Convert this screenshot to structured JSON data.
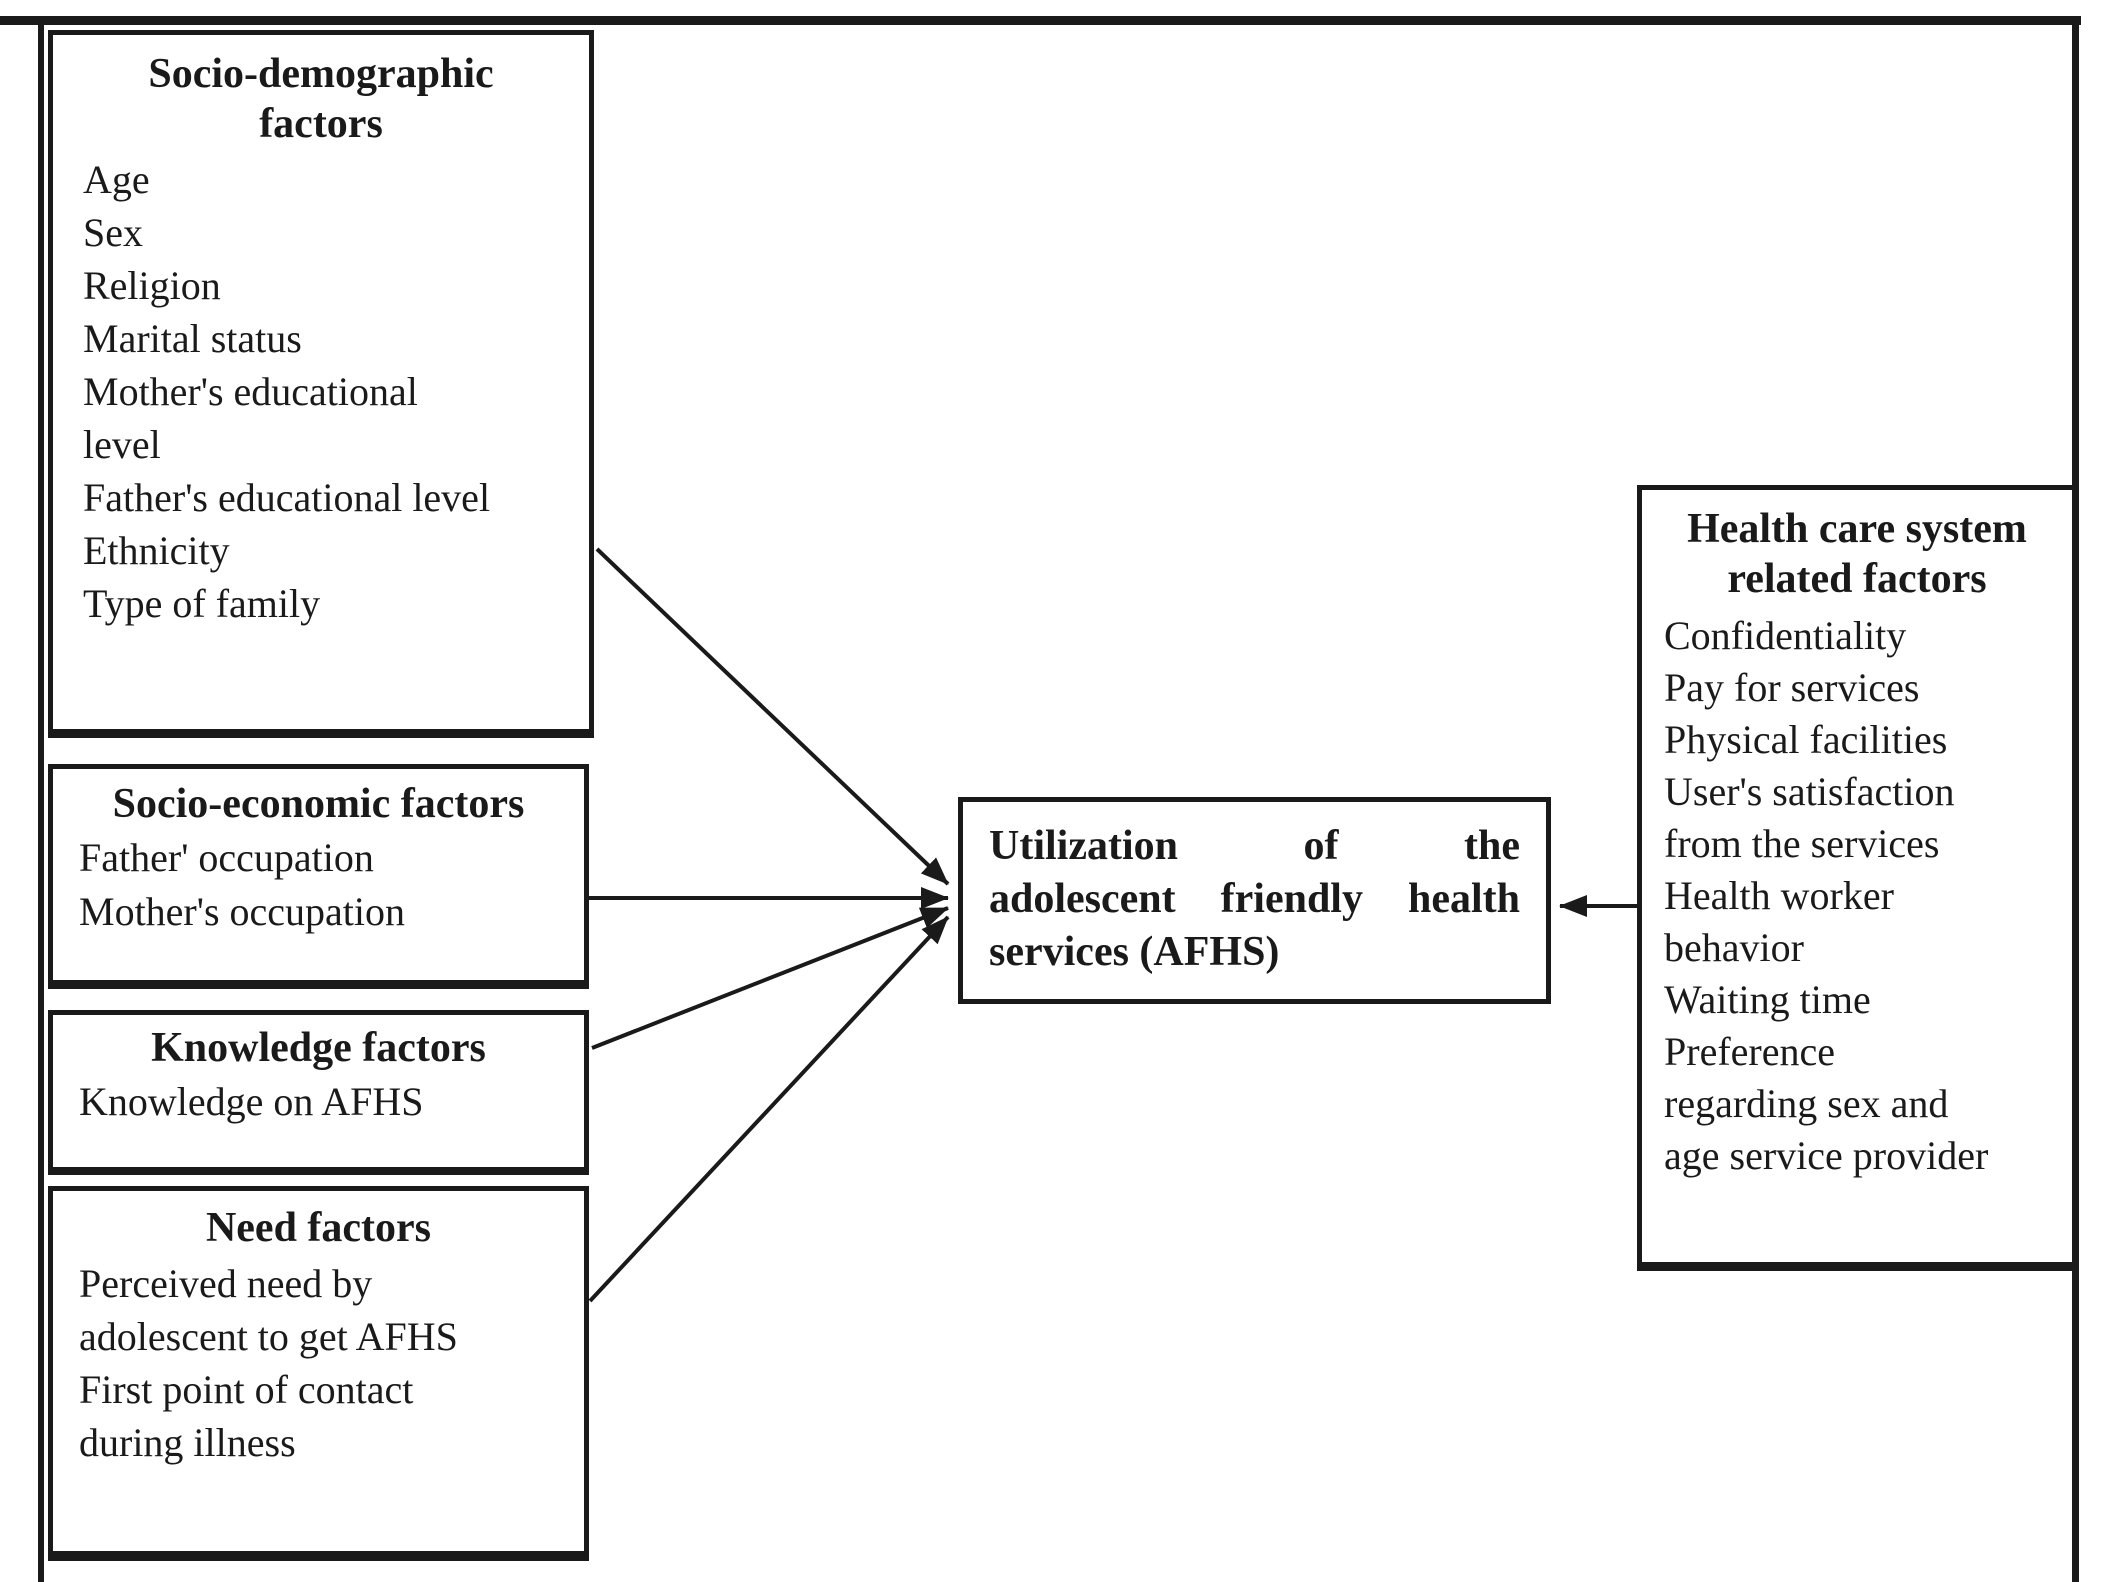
{
  "colors": {
    "ink": "#1a1a1a",
    "background": "#ffffff"
  },
  "boxes": {
    "socio_demographic": {
      "title": "Socio-demographic factors",
      "items": [
        "Age",
        "Sex",
        "Religion",
        "Marital status",
        "Mother's educational",
        "level",
        "Father's educational level",
        "Ethnicity",
        "Type of family"
      ]
    },
    "socio_economic": {
      "title": "Socio-economic factors",
      "items": [
        "Father' occupation",
        "Mother's occupation"
      ]
    },
    "knowledge": {
      "title": "Knowledge factors",
      "items": [
        "Knowledge on AFHS"
      ]
    },
    "need": {
      "title": "Need factors",
      "items": [
        "Perceived need by",
        "adolescent to get AFHS",
        "First point of contact",
        "during illness"
      ]
    },
    "health_care_system": {
      "title": "Health care system related factors",
      "items": [
        "Confidentiality",
        "Pay for services",
        "Physical facilities",
        "User's satisfaction",
        "from the services",
        "Health worker",
        "behavior",
        "Waiting time",
        "Preference",
        "regarding sex and",
        "age service provider"
      ]
    },
    "utilization": {
      "lines": [
        "Utilization of the",
        "adolescent friendly health",
        "services (AFHS)"
      ]
    }
  }
}
